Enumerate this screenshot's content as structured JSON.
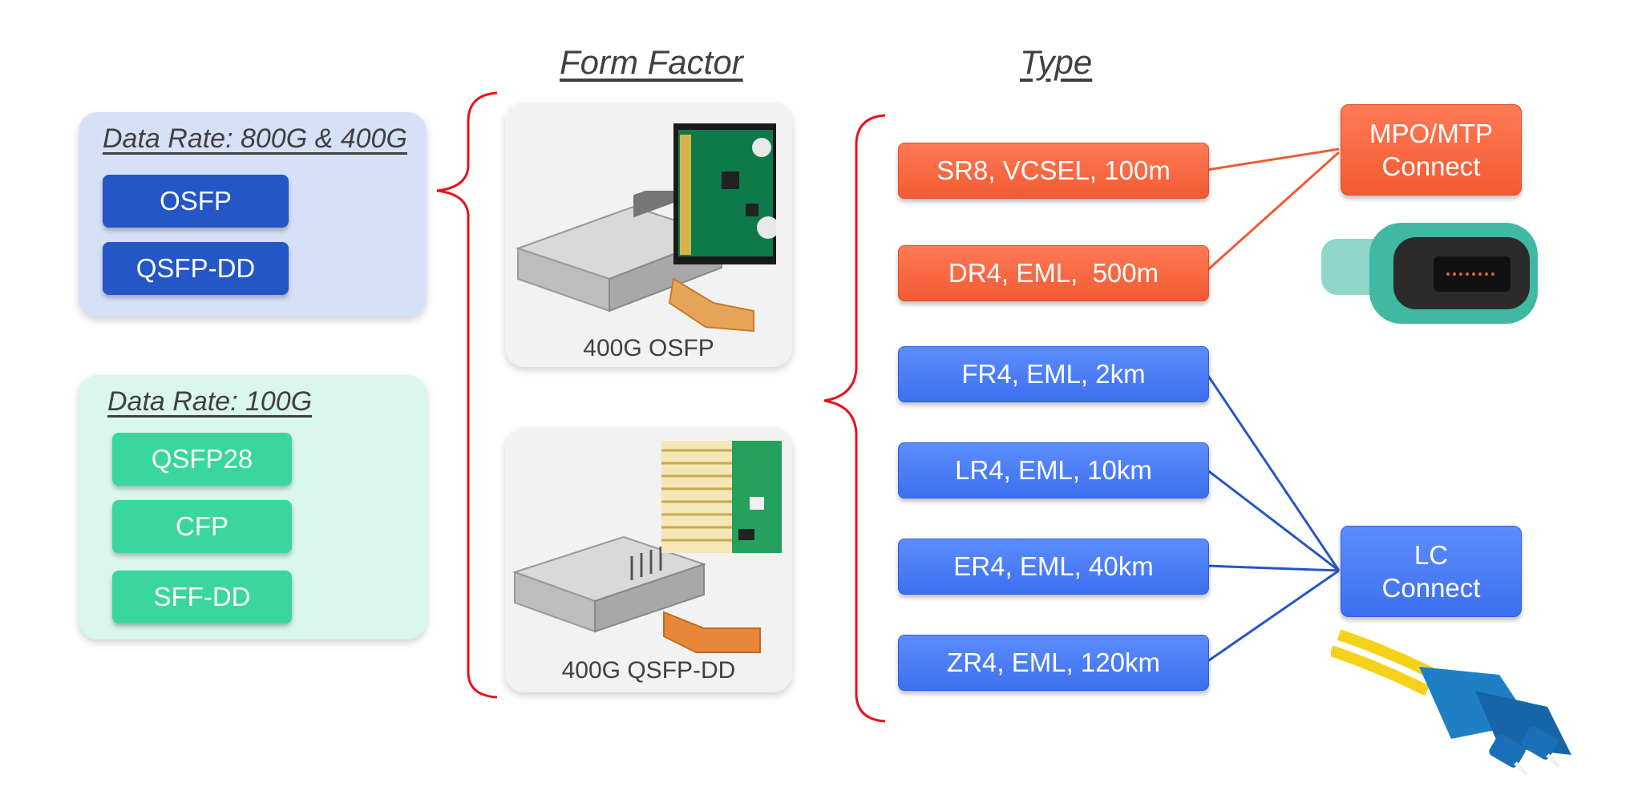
{
  "headings": {
    "form_factor": "Form Factor",
    "type": "Type"
  },
  "groups": [
    {
      "title": "Data Rate: 800G & 400G",
      "items": [
        "OSFP",
        "QSFP-DD"
      ]
    },
    {
      "title": "Data Rate: 100G",
      "items": [
        "QSFP28",
        "CFP",
        "SFF-DD"
      ]
    }
  ],
  "form_factors": [
    {
      "label": "400G OSFP"
    },
    {
      "label": "400G QSFP-DD"
    }
  ],
  "types": [
    {
      "label": "SR8, VCSEL, 100m",
      "connector": "MPO/MTP Connect"
    },
    {
      "label": "DR4, EML,  500m",
      "connector": "MPO/MTP Connect"
    },
    {
      "label": "FR4, EML, 2km",
      "connector": "LC Connect"
    },
    {
      "label": "LR4, EML, 10km",
      "connector": "LC Connect"
    },
    {
      "label": "ER4, EML, 40km",
      "connector": "LC Connect"
    },
    {
      "label": "ZR4, EML, 120km",
      "connector": "LC Connect"
    }
  ],
  "connectors": {
    "mpo": {
      "line1": "MPO/MTP",
      "line2": "Connect"
    },
    "lc": {
      "line1": "LC",
      "line2": "Connect"
    }
  },
  "colors": {
    "group1_bg": "#d6e1f7",
    "group2_bg": "#d9f7ec",
    "dark_blue": "#2456c6",
    "green": "#39d79d",
    "orange": "#f25a32",
    "blue": "#3c6ff0",
    "brace": "#e8121a"
  }
}
